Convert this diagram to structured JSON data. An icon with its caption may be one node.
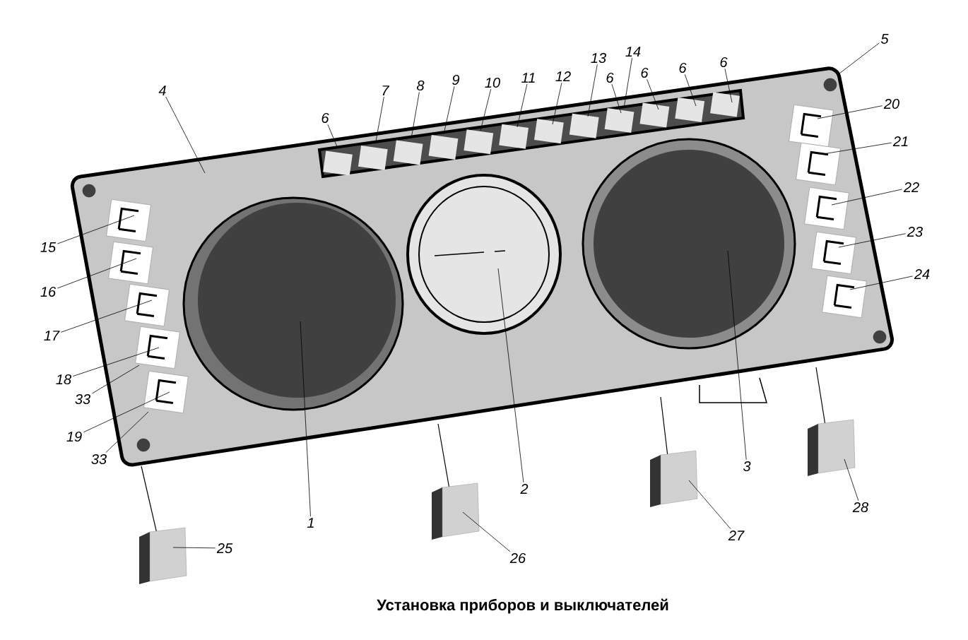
{
  "diagram": {
    "caption": "Установка приборов и выключателей",
    "nodes": [
      {
        "text": [
          "4"
        ]
      },
      {
        "text": [
          "6"
        ]
      },
      {
        "text": [
          "7"
        ]
      },
      {
        "text": [
          "8"
        ]
      },
      {
        "text": [
          "9"
        ]
      },
      {
        "text": [
          "10"
        ]
      },
      {
        "text": [
          "11"
        ]
      },
      {
        "text": [
          "12"
        ]
      },
      {
        "text": [
          "13"
        ]
      },
      {
        "text": [
          "6"
        ]
      },
      {
        "text": [
          "14"
        ]
      },
      {
        "text": [
          "6"
        ]
      },
      {
        "text": [
          "6"
        ]
      },
      {
        "text": [
          "6"
        ]
      },
      {
        "text": [
          "5"
        ]
      },
      {
        "text": [
          "20"
        ]
      },
      {
        "text": [
          "21"
        ]
      },
      {
        "text": [
          "22"
        ]
      },
      {
        "text": [
          "23"
        ]
      },
      {
        "text": [
          "24"
        ]
      },
      {
        "text": [
          "15"
        ]
      },
      {
        "text": [
          "16"
        ]
      },
      {
        "text": [
          "17"
        ]
      },
      {
        "text": [
          "18"
        ]
      },
      {
        "text": [
          "33"
        ]
      },
      {
        "text": [
          "19"
        ]
      },
      {
        "text": [
          "33"
        ]
      },
      {
        "text": [
          "1"
        ]
      },
      {
        "text": [
          "2"
        ]
      },
      {
        "text": [
          "3"
        ]
      },
      {
        "text": [
          "25"
        ]
      },
      {
        "text": [
          "26"
        ]
      },
      {
        "text": [
          "27"
        ]
      },
      {
        "text": [
          "28"
        ]
      }
    ],
    "edges": [
      {
        "from": 0,
        "to": null,
        "arrow": "none"
      },
      {
        "from": 1,
        "to": null,
        "arrow": "none"
      },
      {
        "from": 2,
        "to": null,
        "arrow": "none"
      },
      {
        "from": 3,
        "to": null,
        "arrow": "none"
      },
      {
        "from": 4,
        "to": null,
        "arrow": "none"
      },
      {
        "from": 5,
        "to": null,
        "arrow": "none"
      },
      {
        "from": 6,
        "to": null,
        "arrow": "none"
      },
      {
        "from": 7,
        "to": null,
        "arrow": "none"
      },
      {
        "from": 8,
        "to": null,
        "arrow": "none"
      },
      {
        "from": 9,
        "to": null,
        "arrow": "none"
      },
      {
        "from": 10,
        "to": null,
        "arrow": "none"
      },
      {
        "from": 11,
        "to": null,
        "arrow": "none"
      },
      {
        "from": 12,
        "to": null,
        "arrow": "none"
      },
      {
        "from": 13,
        "to": null,
        "arrow": "none"
      },
      {
        "from": 14,
        "to": null,
        "arrow": "none"
      },
      {
        "from": 15,
        "to": null,
        "arrow": "none"
      },
      {
        "from": 16,
        "to": null,
        "arrow": "none"
      },
      {
        "from": 17,
        "to": null,
        "arrow": "none"
      },
      {
        "from": 18,
        "to": null,
        "arrow": "none"
      },
      {
        "from": 19,
        "to": null,
        "arrow": "none"
      },
      {
        "from": 20,
        "to": null,
        "arrow": "none"
      },
      {
        "from": 21,
        "to": null,
        "arrow": "none"
      },
      {
        "from": 22,
        "to": null,
        "arrow": "none"
      },
      {
        "from": 23,
        "to": null,
        "arrow": "none"
      },
      {
        "from": 24,
        "to": null,
        "arrow": "none"
      },
      {
        "from": 25,
        "to": null,
        "arrow": "none"
      },
      {
        "from": 26,
        "to": null,
        "arrow": "none"
      },
      {
        "from": 27,
        "to": null,
        "arrow": "none"
      },
      {
        "from": 28,
        "to": null,
        "arrow": "none"
      },
      {
        "from": 29,
        "to": null,
        "arrow": "none"
      },
      {
        "from": 30,
        "to": null,
        "arrow": "none"
      },
      {
        "from": 31,
        "to": null,
        "arrow": "none"
      },
      {
        "from": 32,
        "to": null,
        "arrow": "none"
      },
      {
        "from": 33,
        "to": null,
        "arrow": "none"
      }
    ]
  }
}
